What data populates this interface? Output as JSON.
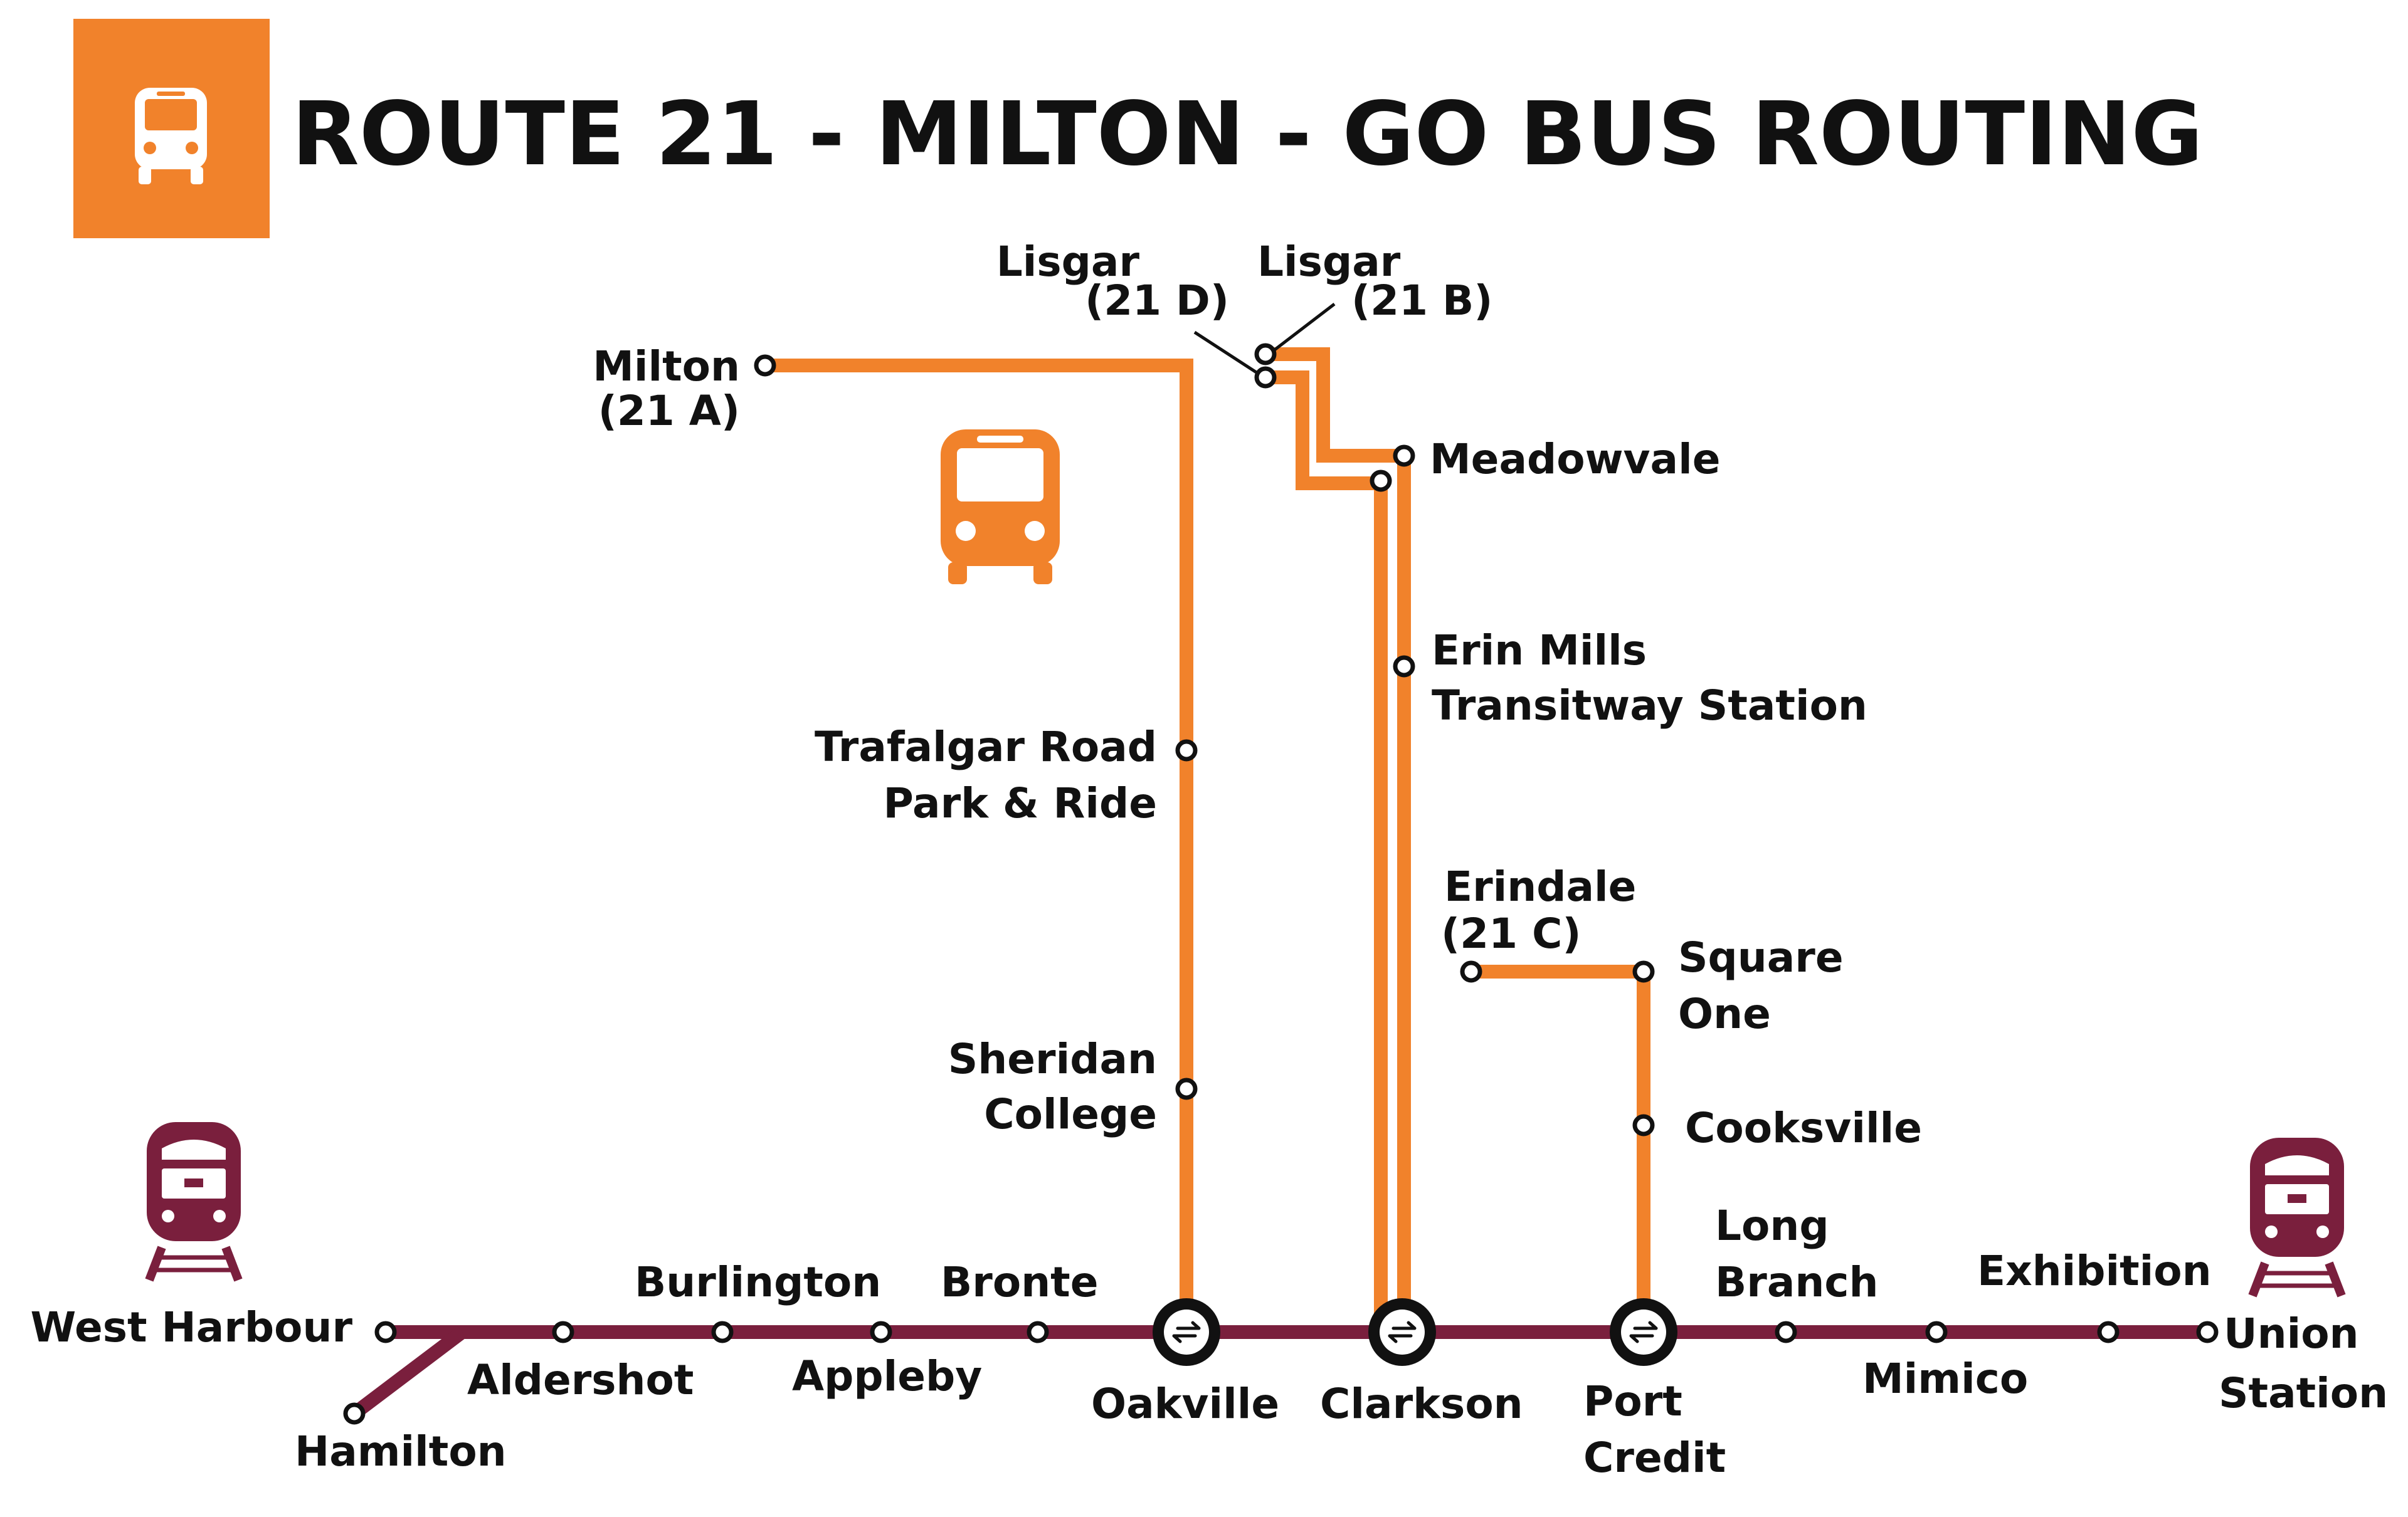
{
  "title": "ROUTE 21 - MILTON - GO BUS ROUTING",
  "colors": {
    "bus": "#F1822B",
    "rail": "#7A1F3D",
    "text": "#111111"
  },
  "icons": {
    "header": "bus-icon",
    "center": "bus-icon",
    "rail_left": "train-icon",
    "rail_right": "train-icon",
    "interchange": "transfer-arrows-icon"
  },
  "bus_stops": {
    "milton": {
      "name": "Milton",
      "code": "(21 A)"
    },
    "lisgar_d": {
      "name": "Lisgar",
      "code": "(21 D)"
    },
    "lisgar_b": {
      "name": "Lisgar",
      "code": "(21 B)"
    },
    "meadowvale": {
      "name": "Meadowvale"
    },
    "erin_mills": {
      "line1": "Erin Mills",
      "line2": "Transitway Station"
    },
    "trafalgar": {
      "line1": "Trafalgar Road",
      "line2": "Park & Ride"
    },
    "sheridan": {
      "line1": "Sheridan",
      "line2": "College"
    },
    "erindale": {
      "name": "Erindale",
      "code": "(21 C)"
    },
    "square_one": {
      "line1": "Square",
      "line2": "One"
    },
    "cooksville": {
      "name": "Cooksville"
    }
  },
  "rail_stations": {
    "west_harbour": "West Harbour",
    "hamilton": "Hamilton",
    "aldershot": "Aldershot",
    "burlington": "Burlington",
    "appleby": "Appleby",
    "bronte": "Bronte",
    "oakville": "Oakville",
    "clarkson": "Clarkson",
    "port_credit": {
      "line1": "Port",
      "line2": "Credit"
    },
    "long_branch": {
      "line1": "Long",
      "line2": "Branch"
    },
    "mimico": "Mimico",
    "exhibition": "Exhibition",
    "union": {
      "line1": "Union",
      "line2": "Station"
    }
  }
}
